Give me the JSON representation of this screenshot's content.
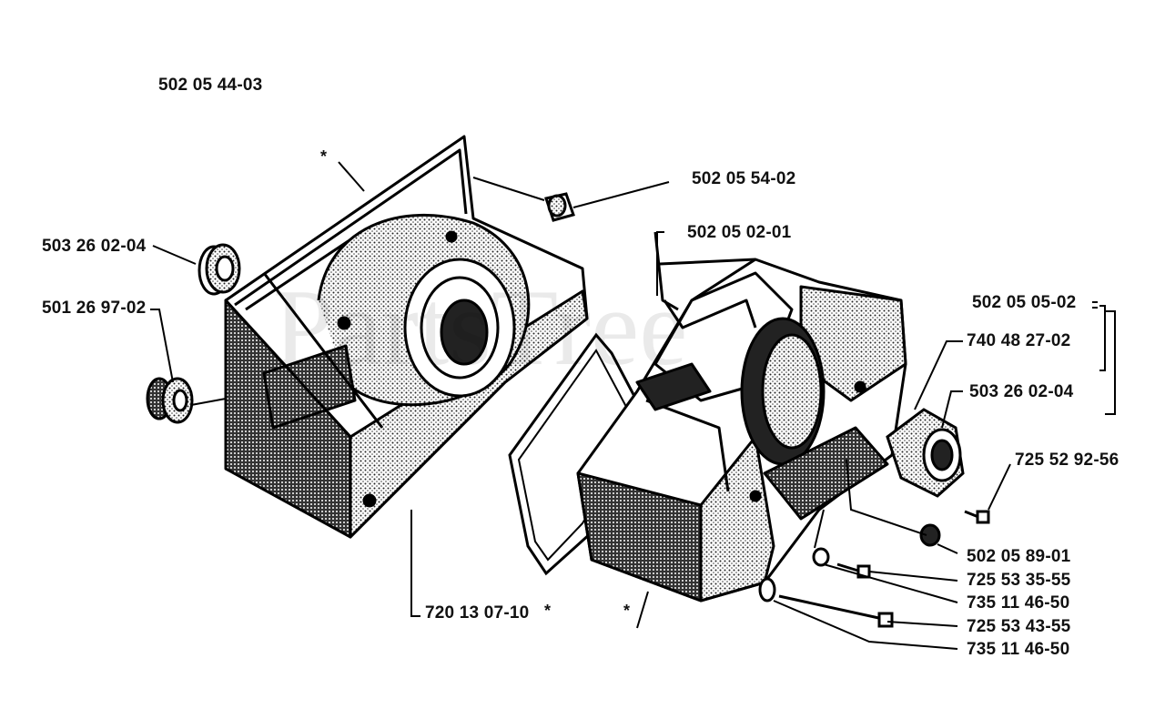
{
  "watermark": "PartsTree",
  "labels": {
    "top_left": "502 05 44-03",
    "plug": "502 05 54-02",
    "bearing_left": "503 26 02-04",
    "seal_left": "501 26 97-02",
    "gasket": "502 05 02-01",
    "cover_group": "502 05 05-02",
    "cover_seal": "740 48 27-02",
    "bearing_right": "503 26 02-04",
    "screw_cover": "725 52 92-56",
    "crankcase_bottom": "720 13 07-10",
    "bracket": "502 05 89-01",
    "screw_short": "725 53 35-55",
    "washer_1": "735 11 46-50",
    "screw_long": "725 53 43-55",
    "washer_2": "735 11 46-50"
  },
  "star_mark": "*"
}
